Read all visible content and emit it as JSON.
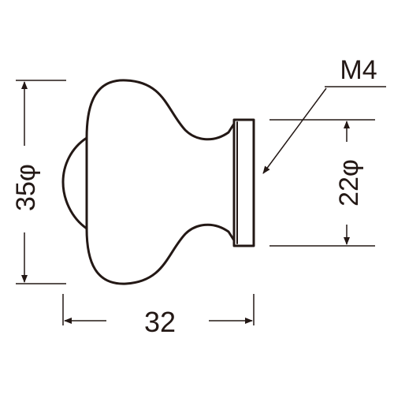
{
  "drawing": {
    "colors": {
      "line": "#231815",
      "background": "#ffffff"
    },
    "labels": {
      "thread": "M4",
      "length": "32",
      "head_diameter": "35φ",
      "base_diameter": "22φ"
    }
  }
}
